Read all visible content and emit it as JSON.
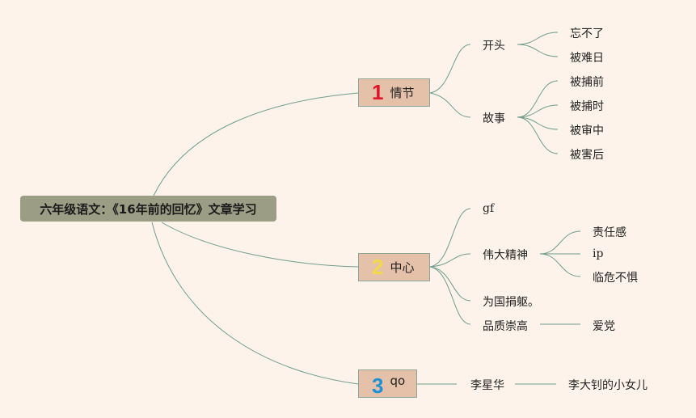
{
  "root": {
    "title": "六年级语文：《16年前的回忆》文章学习"
  },
  "topics": [
    {
      "number": "1",
      "number_color": "#e0162b",
      "label": "情节",
      "children": [
        {
          "label": "开头",
          "children": [
            "忘不了",
            "被难日"
          ]
        },
        {
          "label": "故事",
          "children": [
            "被捕前",
            "被捕时",
            "被审中",
            "被害后"
          ]
        }
      ]
    },
    {
      "number": "2",
      "number_color": "#f2d84a",
      "label": "中心",
      "children": [
        {
          "label": "gf"
        },
        {
          "label": "伟大精神",
          "children": [
            "责任感",
            "ip",
            "临危不惧"
          ]
        },
        {
          "label": "为国捐躯。"
        },
        {
          "label": "品质崇高",
          "children": [
            "爱党"
          ]
        }
      ]
    },
    {
      "number": "3",
      "number_color": "#1e90d6",
      "label": "qo",
      "children": [
        {
          "label": "李星华",
          "children": [
            "李大钊的小女儿"
          ]
        }
      ]
    }
  ],
  "colors": {
    "line": "#6f9e8e",
    "background": "#fdf3ea",
    "root_bg": "#9c9d85",
    "topic_bg": "#e6c1a9"
  }
}
